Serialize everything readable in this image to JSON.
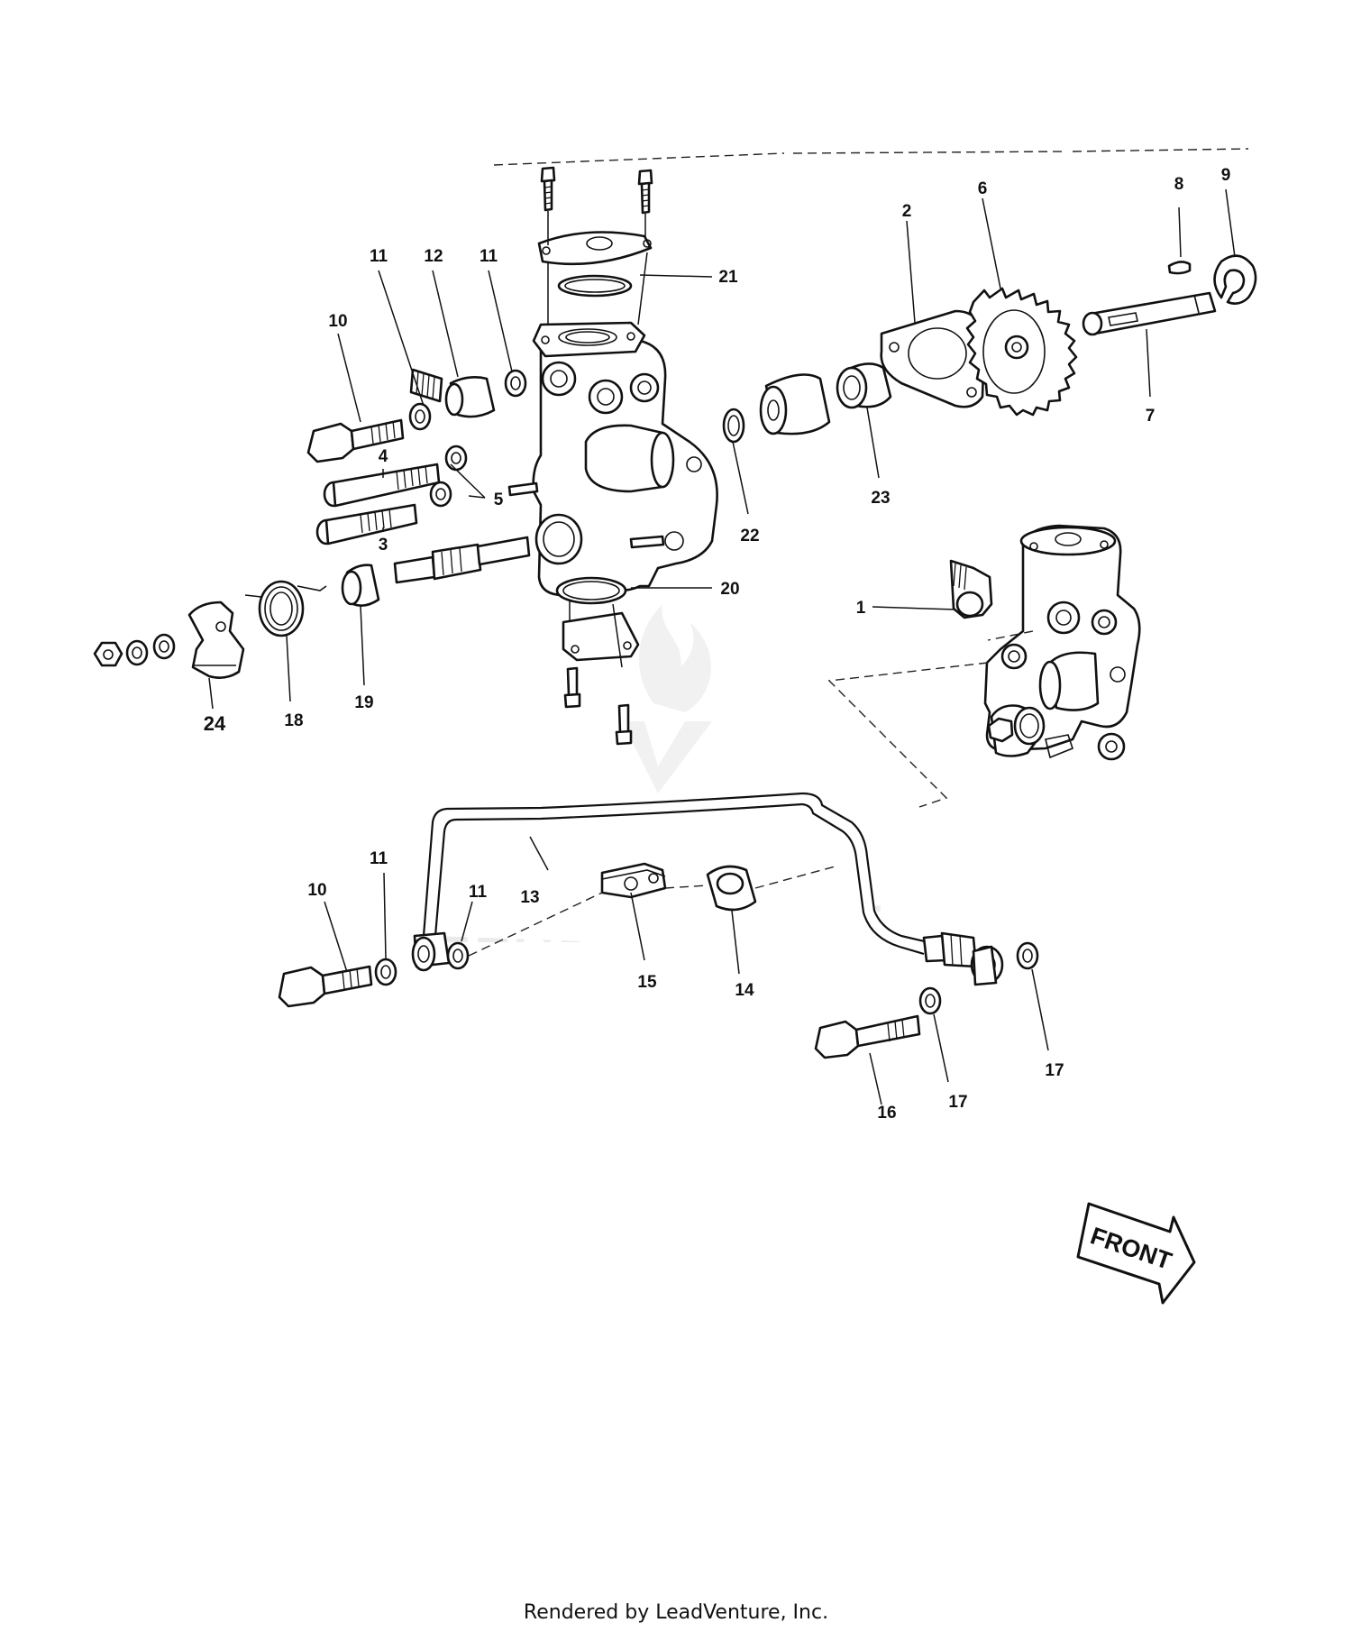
{
  "callouts": {
    "c1": "1",
    "c2": "2",
    "c3": "3",
    "c4": "4",
    "c5": "5",
    "c6": "6",
    "c7": "7",
    "c8": "8",
    "c9": "9",
    "c10a": "10",
    "c10b": "10",
    "c11a": "11",
    "c11b": "11",
    "c11c": "11",
    "c11d": "11",
    "c12": "12",
    "c13": "13",
    "c14": "14",
    "c15": "15",
    "c16": "16",
    "c17a": "17",
    "c17b": "17",
    "c18": "18",
    "c19": "19",
    "c20": "20",
    "c21": "21",
    "c22": "22",
    "c23": "23",
    "c24": "24"
  },
  "front_arrow": {
    "label": "FRONT"
  },
  "watermark": {
    "text": "LEADVENTURE"
  },
  "footer": {
    "credit": "Rendered by LeadVenture, Inc."
  }
}
